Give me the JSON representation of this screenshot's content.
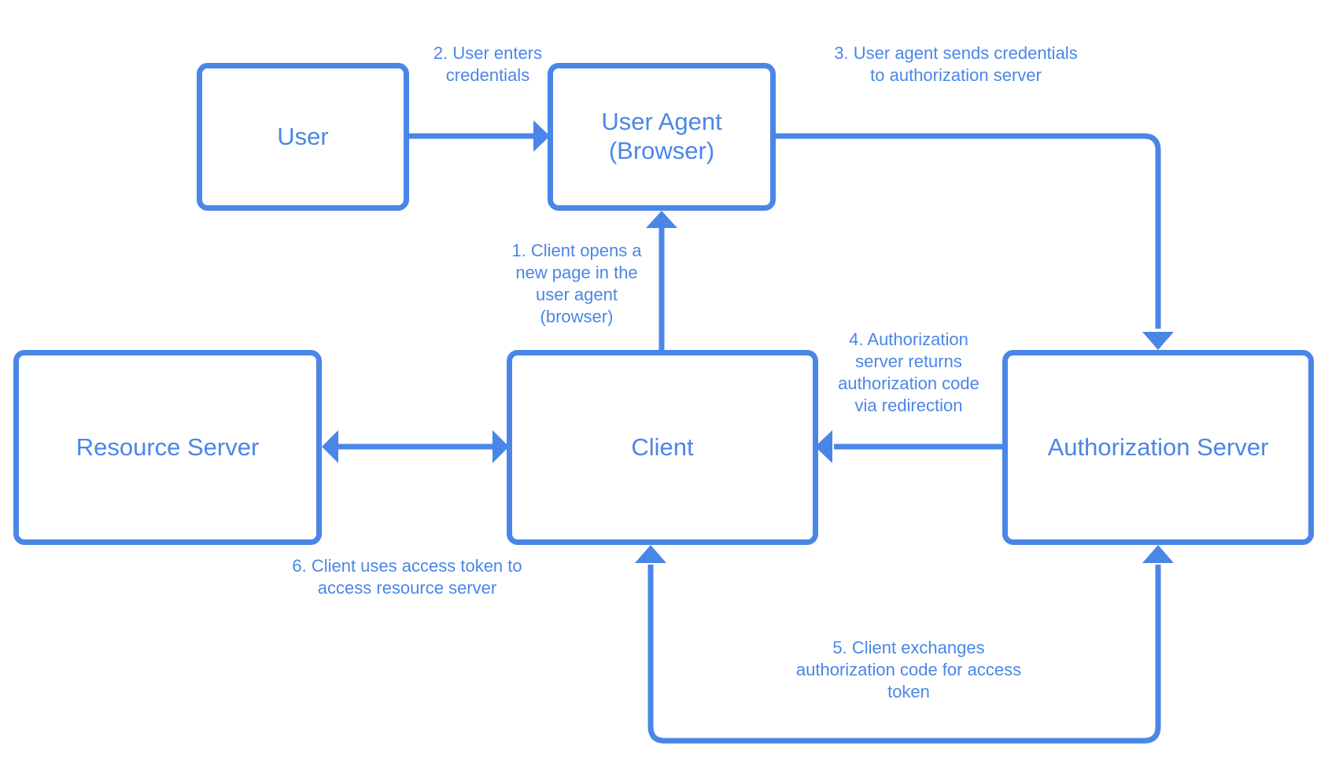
{
  "colors": {
    "accent": "#4a86e8",
    "background": "#ffffff"
  },
  "nodes": {
    "user": "User",
    "user_agent": "User Agent\n(Browser)",
    "client": "Client",
    "resource_server": "Resource Server",
    "authorization_server": "Authorization Server"
  },
  "steps": {
    "s1": "1. Client opens a\nnew page in the\nuser agent\n(browser)",
    "s2": "2. User enters\ncredentials",
    "s3": "3. User agent sends credentials\nto authorization server",
    "s4": "4. Authorization\nserver returns\nauthorization code\nvia redirection",
    "s5": "5. Client exchanges\nauthorization code for access\ntoken",
    "s6": "6. Client uses access token to\naccess resource server"
  }
}
